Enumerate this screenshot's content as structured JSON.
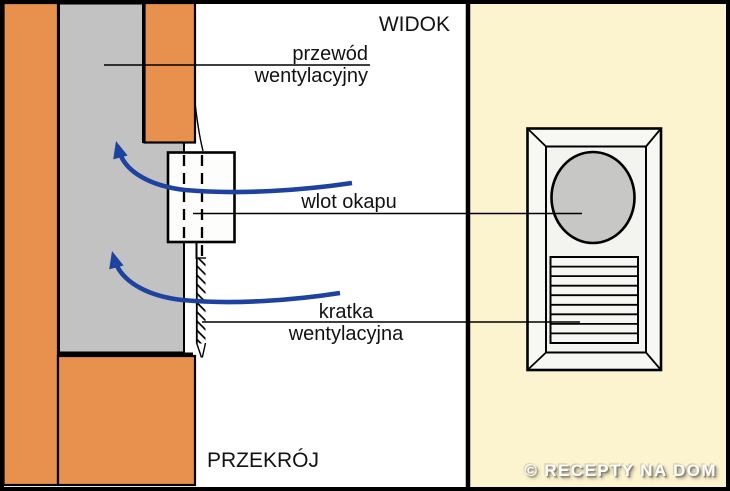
{
  "title_labels": {
    "view": "WIDOK",
    "section": "PRZEKRÓJ"
  },
  "annotations": {
    "duct": {
      "line1": "przewód",
      "line2": "wentylacyjny"
    },
    "hood_inlet": "wlot okapu",
    "grille": {
      "line1": "kratka",
      "line2": "wentylacyjna"
    }
  },
  "watermark": "© RECEPTY NA DOM",
  "colors": {
    "wall_brick": "#e8914e",
    "duct_gray": "#c2c2c2",
    "view_panel_bg": "#fcf3cf",
    "section_panel_bg": "#ffffff",
    "airflow_blue": "#1e429f",
    "inlet_circle_gray": "#c7c7c5",
    "outline_black": "#000000"
  }
}
